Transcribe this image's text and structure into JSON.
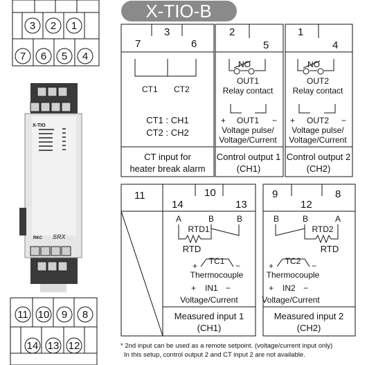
{
  "title": "X-TIO-B",
  "terminal_block_top": {
    "row1": [
      "3",
      "2",
      "1"
    ],
    "row2": [
      "7",
      "6",
      "5",
      "4"
    ]
  },
  "terminal_block_bottom": {
    "row1": [
      "11",
      "10",
      "9",
      "8"
    ],
    "row2": [
      "14",
      "13",
      "12"
    ]
  },
  "device": {
    "model_label": "X-TIO",
    "brand": "RKC",
    "series": "SRX"
  },
  "ct_section": {
    "terminals": [
      "7",
      "3",
      "6"
    ],
    "ct_labels": [
      "CT1",
      "CT2"
    ],
    "mapping": [
      "CT1 : CH1",
      "CT2 : CH2"
    ],
    "footer": [
      "CT input for",
      "heater break alarm"
    ]
  },
  "out1_section": {
    "terminals": [
      "2",
      "5"
    ],
    "no": "NO",
    "relay": [
      "OUT1",
      "Relay contact"
    ],
    "volt_label": "OUT1",
    "volt": [
      "Voltage pulse/",
      "Voltage/Current"
    ],
    "footer": [
      "Control output 1",
      "(CH1)"
    ]
  },
  "out2_section": {
    "terminals": [
      "1",
      "4"
    ],
    "no": "NO",
    "relay": [
      "OUT2",
      "Relay contact"
    ],
    "volt_label": "OUT2",
    "volt": [
      "Voltage pulse/",
      "Voltage/Current"
    ],
    "footer": [
      "Control output 2",
      "(CH2)"
    ]
  },
  "plus": "+",
  "minus": "−",
  "in1_section": {
    "terminals": [
      "11",
      "10",
      "14",
      "13"
    ],
    "rtd_letters": [
      "A",
      "B",
      "B"
    ],
    "rtd_label": "RTD1",
    "rtd": "RTD",
    "tc_label": "TC1",
    "thermocouple": "Thermocouple",
    "in_label": "IN1",
    "vc": "Voltage/Current",
    "footer": [
      "Measured input 1",
      "(CH1)"
    ]
  },
  "in2_section": {
    "terminals": [
      "9",
      "8",
      "12"
    ],
    "rtd_letters": [
      "B",
      "B",
      "A"
    ],
    "rtd_label": "RTD2",
    "rtd": "RTD",
    "tc_label": "TC2",
    "thermocouple": "Thermocouple",
    "in_label": "IN2",
    "vc": "Voltage/Current",
    "footer": [
      "Measured input 2",
      "(CH2)"
    ]
  },
  "footnote": [
    "* 2nd input can be used as a remote setpoint. (voltage/current input only)",
    "In this setup, control output 2 and CT input 2 are not available."
  ]
}
